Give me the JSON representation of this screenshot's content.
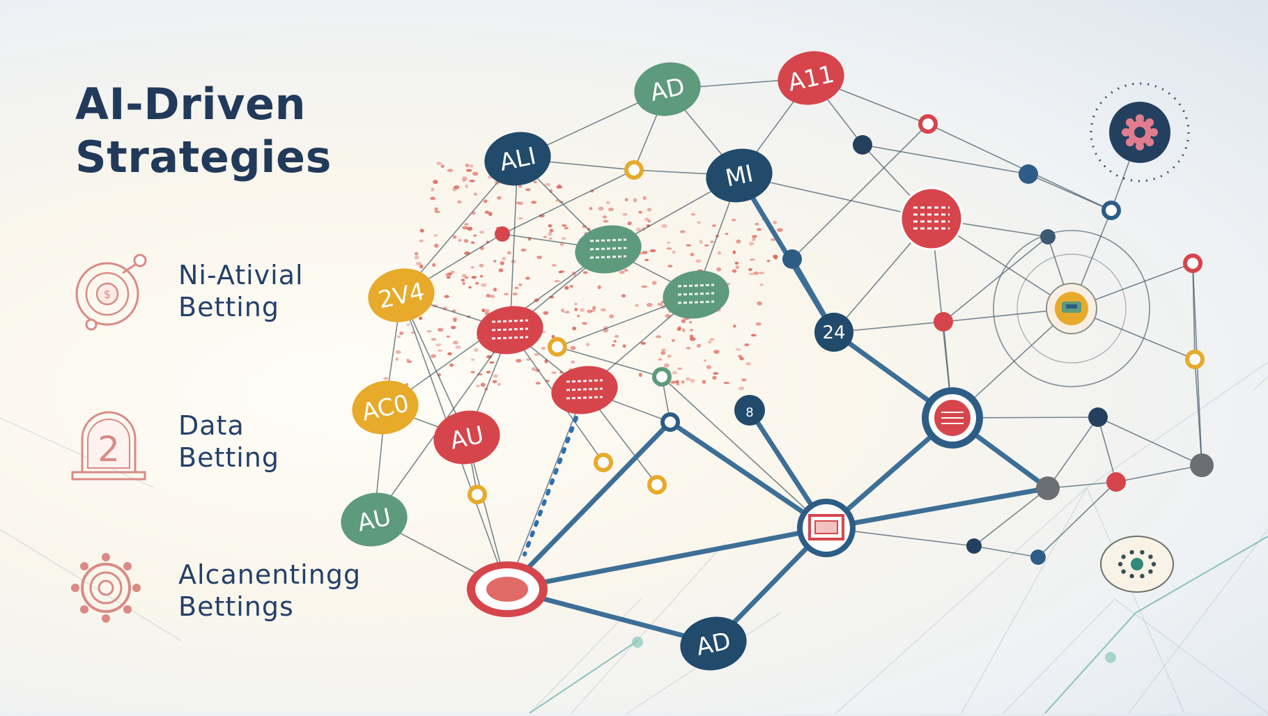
{
  "title_lines": [
    "AI-Driven",
    "Strategies"
  ],
  "strategies": [
    {
      "line1": "Ni-Ativial",
      "line2": "Betting",
      "icon": "coin-icon"
    },
    {
      "line1": "Data",
      "line2": "Betting",
      "icon": "number-badge-icon",
      "icon_text": "2"
    },
    {
      "line1": "Alcanentingg",
      "line2": "Bettings",
      "icon": "gear-target-icon"
    }
  ],
  "colors": {
    "navy": "#214a6b",
    "red": "#d6454c",
    "green": "#5e9a7c",
    "yellow": "#e7aa2a",
    "link": "#3d6f96",
    "title": "#223a5a",
    "icon_pink": "#d98a84"
  },
  "network": {
    "labeled_nodes": [
      {
        "id": "AD_top",
        "text": "AD",
        "color": "green"
      },
      {
        "id": "A11",
        "text": "A11",
        "color": "red"
      },
      {
        "id": "ALI",
        "text": "ALI",
        "color": "navy"
      },
      {
        "id": "MI",
        "text": "MI",
        "color": "navy"
      },
      {
        "id": "Z4",
        "text": "2V4",
        "color": "yellow"
      },
      {
        "id": "AC",
        "text": "AC0",
        "color": "yellow"
      },
      {
        "id": "AU_red",
        "text": "AU",
        "color": "red"
      },
      {
        "id": "AU_green",
        "text": "AU",
        "color": "green"
      },
      {
        "id": "AD_bottom",
        "text": "AD",
        "color": "navy"
      },
      {
        "id": "N24",
        "text": "24",
        "color": "navy"
      },
      {
        "id": "small8",
        "text": "8",
        "color": "navy"
      }
    ]
  }
}
